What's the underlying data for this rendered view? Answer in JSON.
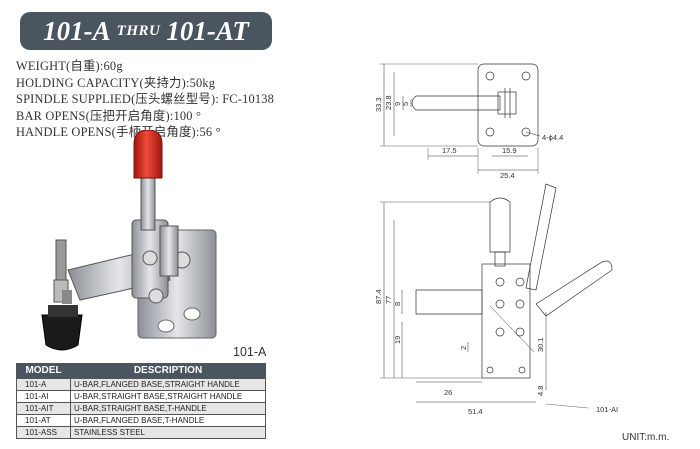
{
  "title": {
    "model_from": "101-A",
    "thru": "THRU",
    "model_to": "101-AT"
  },
  "specs": [
    "WEIGHT(自重):60g",
    "HOLDING CAPACITY(夹持力):50kg",
    "SPINDLE SUPPLIED(压头螺丝型号): FC-10138",
    "BAR OPENS(压把开启角度):100 °",
    "HANDLE OPENS(手柄开启角度):56 °"
  ],
  "photo_caption": "101-A",
  "table": {
    "headers": [
      "MODEL",
      "DESCRIPTION"
    ],
    "rows": [
      {
        "model": "101-A",
        "desc": "U-BAR,FLANGED BASE,STRAIGHT HANDLE"
      },
      {
        "model": "101-AI",
        "desc": "U-BAR,STRAIGHT BASE,STRAIGHT HANDLE"
      },
      {
        "model": "101-AIT",
        "desc": "U-BAR,STRAIGHT BASE,T-HANDLE"
      },
      {
        "model": "101-AT",
        "desc": "U-BAR,FLANGED BASE,T-HANDLE"
      },
      {
        "model": "101-ASS",
        "desc": "STAINLESS STEEL"
      }
    ]
  },
  "dimensions": {
    "top_view": {
      "h1": "33.3",
      "h2": "23.8",
      "h3": "9",
      "h4": "5",
      "w1": "17.5",
      "w2": "15.9",
      "w3": "25.4",
      "holes": "4-ϕ4.4"
    },
    "side_view": {
      "h1": "87.4",
      "h2": "77",
      "h3": "8",
      "h4": "19",
      "h5": "2",
      "h6": "30.1",
      "h7": "4.8",
      "w1": "26",
      "w2": "51.4",
      "callout": "101-AI"
    }
  },
  "unit_label": "UNIT:m.m.",
  "colors": {
    "title_bg": "#4a5560",
    "handle_red": "#d8261e",
    "metal": "#b8bcc2"
  }
}
